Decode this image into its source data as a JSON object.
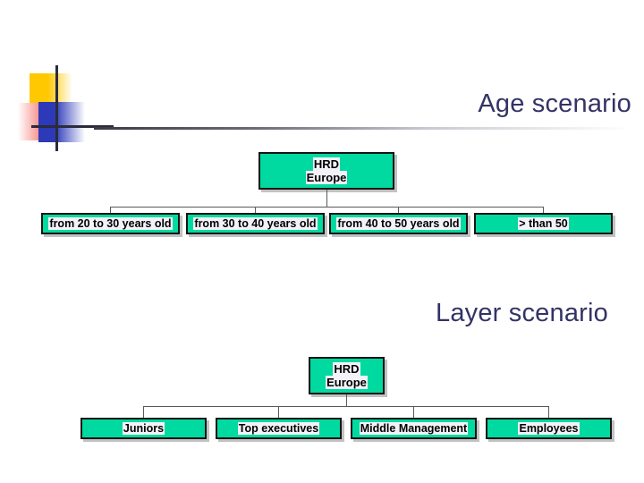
{
  "slide": {
    "background_color": "#ffffff",
    "title_color": "#333366",
    "node_fill_color": "#00D9A0",
    "node_border_color": "#141414"
  },
  "sections": [
    {
      "title": "Age scenario",
      "chart": {
        "root": {
          "lines": [
            "HRD",
            "Europe"
          ]
        },
        "children": [
          {
            "label": "from 20 to 30 years old"
          },
          {
            "label": "from 30 to 40 years old"
          },
          {
            "label": "from 40 to 50 years old"
          },
          {
            "label": "> than 50"
          }
        ]
      }
    },
    {
      "title": "Layer scenario",
      "chart": {
        "root": {
          "lines": [
            "HRD",
            "Europe"
          ]
        },
        "children": [
          {
            "label": "Juniors"
          },
          {
            "label": "Top executives"
          },
          {
            "label": "Middle Management"
          },
          {
            "label": "Employees"
          }
        ]
      }
    }
  ]
}
